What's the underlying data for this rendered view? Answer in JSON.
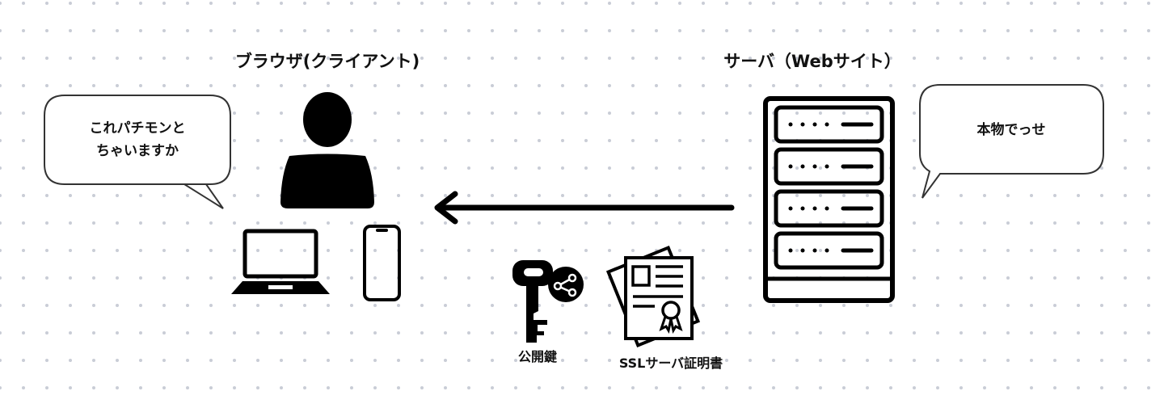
{
  "client": {
    "title": "ブラウザ(クライアント)",
    "speech": [
      "これパチモンと",
      "ちゃいますか"
    ]
  },
  "server": {
    "title": "サーバ（Webサイト）",
    "speech": "本物でっせ"
  },
  "items": {
    "public_key": "公開鍵",
    "certificate": "SSLサーバ証明書"
  },
  "colors": {
    "ink": "#000000",
    "dots": "#c9cdd6",
    "background": "#ffffff"
  }
}
